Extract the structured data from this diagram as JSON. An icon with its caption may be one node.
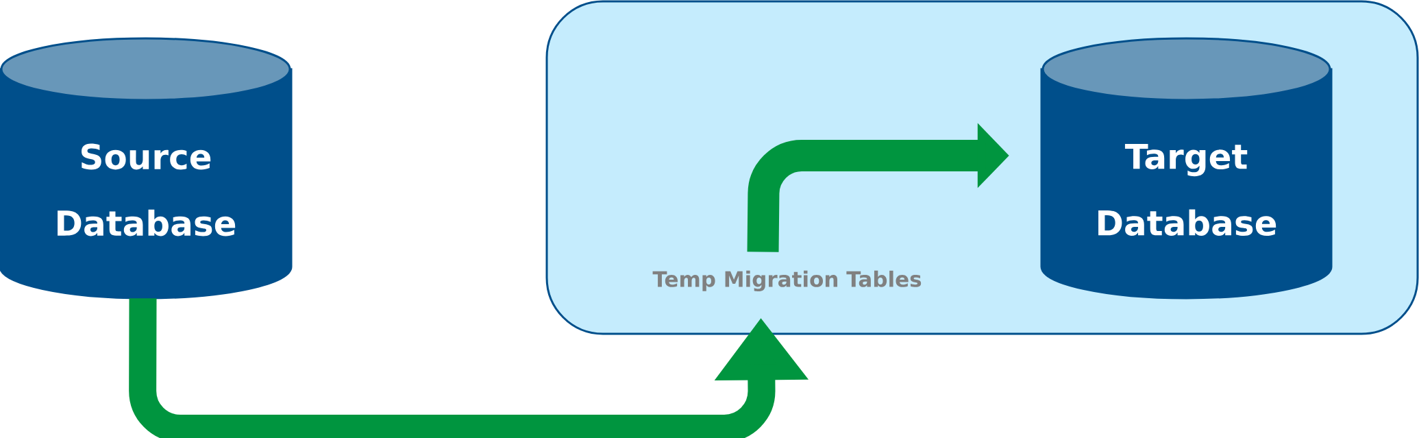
{
  "diagram": {
    "nodes": [
      {
        "text": [
          "Source Database"
        ]
      },
      {
        "text": [
          "Temp Migration Tables"
        ]
      },
      {
        "text": [
          "Target Database"
        ],
        "in": 1
      }
    ],
    "edges": [
      {
        "from": 0,
        "to": 1,
        "arrow": "to"
      },
      {
        "from": 1,
        "to": 2,
        "arrow": "to"
      }
    ]
  }
}
